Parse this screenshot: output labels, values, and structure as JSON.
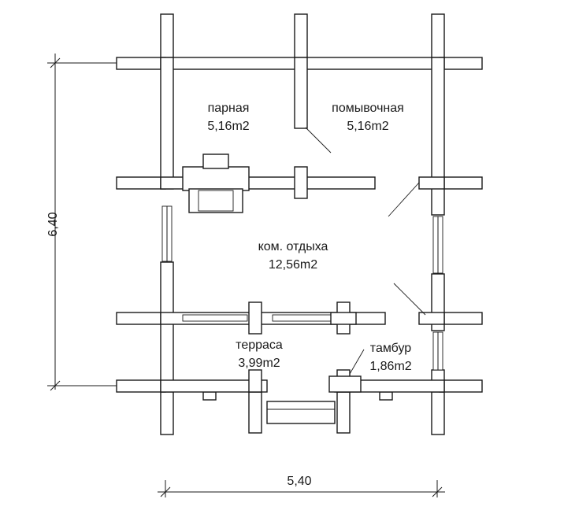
{
  "rooms": {
    "steam_room": {
      "name": "парная",
      "area": "5,16m2"
    },
    "washroom": {
      "name": "помывочная",
      "area": "5,16m2"
    },
    "rest_room": {
      "name": "ком. отдыха",
      "area": "12,56m2"
    },
    "terrace": {
      "name": "терраса",
      "area": "3,99m2"
    },
    "vestibule": {
      "name": "тамбур",
      "area": "1,86m2"
    }
  },
  "dimensions": {
    "height": "6,40",
    "width": "5,40"
  }
}
